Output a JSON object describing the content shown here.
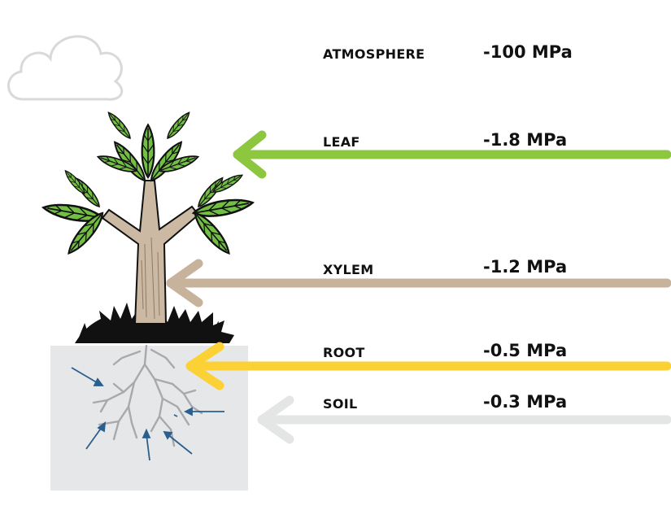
{
  "levels": [
    {
      "label": "ATMOSPHERE",
      "value": "-100 MPa",
      "color": "none"
    },
    {
      "label": "LEAF",
      "value": "-1.8 MPa",
      "color": "#8dc63f"
    },
    {
      "label": "XYLEM",
      "value": "-1.2 MPa",
      "color": "#c7b29c"
    },
    {
      "label": "ROOT",
      "value": "-0.5 MPa",
      "color": "#fbd135"
    },
    {
      "label": "SOIL",
      "value": "-0.3 MPa",
      "color": "#e4e6e6"
    }
  ],
  "colors": {
    "leaf_fill": "#72bf44",
    "leaf_outline": "#111111",
    "trunk": "#cbb9a3",
    "soil_box": "#e6e7e8",
    "root_lines": "#a7a9ac",
    "water_arrows": "#2b5f8e",
    "cloud_outline": "#d9d9d9"
  },
  "icons": [
    "cloud-icon",
    "tree-icon",
    "grass-icon",
    "roots-icon"
  ]
}
